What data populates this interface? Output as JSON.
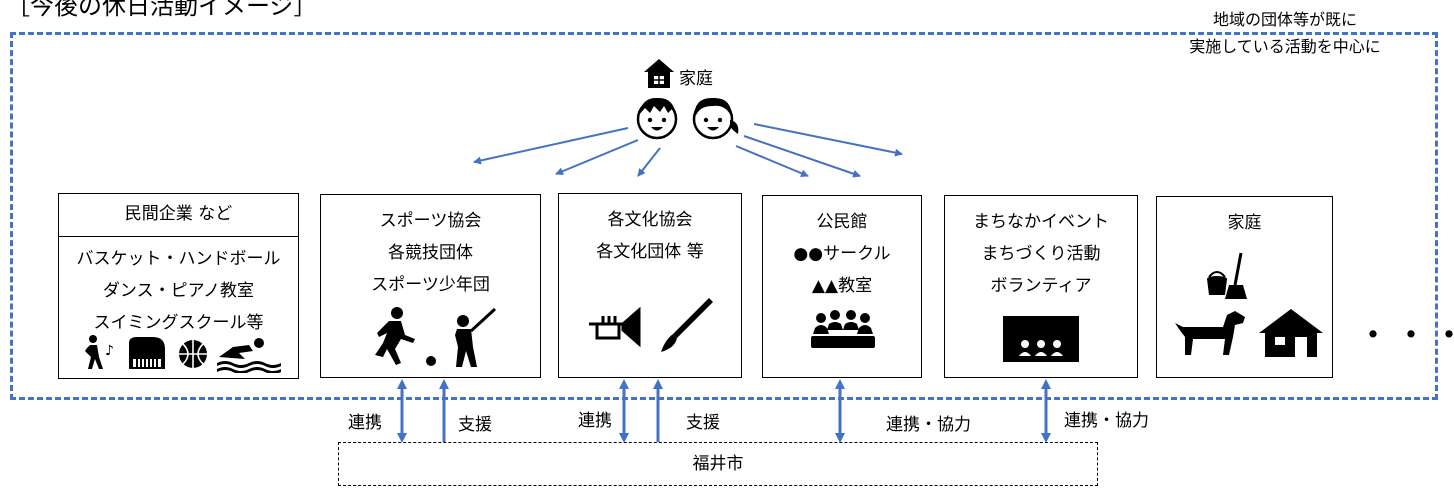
{
  "title": "［今後の休日活動イメージ］",
  "note": {
    "line1": "地域の団体等が既に",
    "line2": "実施している活動を中心に"
  },
  "home": {
    "label": "家庭"
  },
  "boxes": {
    "private": {
      "header": "民間企業 など",
      "lines": [
        "バスケット・ハンドボール",
        "ダンス・ピアノ教室",
        "スイミングスクール等"
      ]
    },
    "sports": {
      "lines": [
        "スポーツ協会",
        "各競技団体",
        "スポーツ少年団"
      ]
    },
    "culture": {
      "lines": [
        "各文化協会",
        "各文化団体 等"
      ]
    },
    "community": {
      "lines": [
        "公民館",
        "●●サークル",
        "▲▲教室"
      ]
    },
    "town": {
      "lines": [
        "まちなかイベント",
        "まちづくり活動",
        "ボランティア"
      ]
    },
    "family": {
      "lines": [
        "家庭"
      ]
    }
  },
  "ellipsis": "・・・",
  "links": {
    "sports_coop": "連携",
    "sports_support": "支援",
    "culture_coop": "連携",
    "culture_support": "支援",
    "community": "連携・協力",
    "town": "連携・協力"
  },
  "city": "福井市",
  "colors": {
    "accent": "#4472c4",
    "line": "#000000"
  }
}
